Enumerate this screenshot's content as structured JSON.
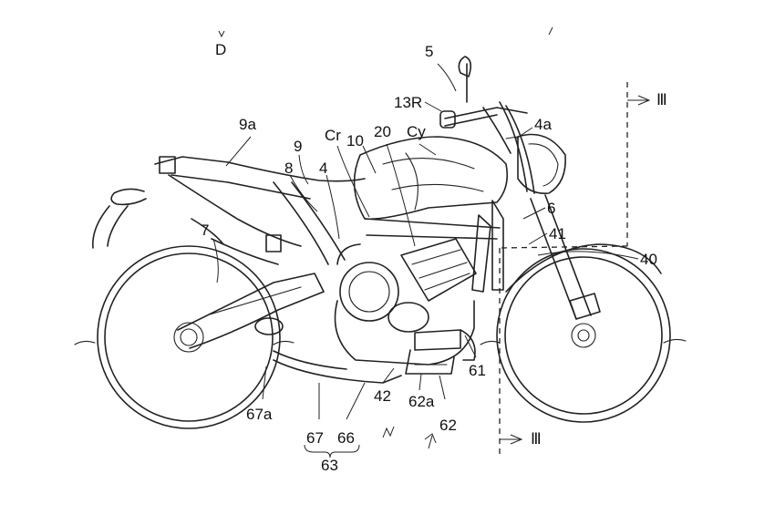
{
  "direction_label": "D",
  "section_marks": {
    "top": "Ⅲ",
    "bottom": "Ⅲ"
  },
  "labels": {
    "n5": "5",
    "n13R": "13R",
    "n4a": "4a",
    "n9a": "9a",
    "n9": "9",
    "nCr": "Cr",
    "n10": "10",
    "n20": "20",
    "nCy": "Cy",
    "n8": "8",
    "n4": "4",
    "n6": "6",
    "n41": "41",
    "n40": "40",
    "n7": "7",
    "n61": "61",
    "n42": "42",
    "n62a": "62a",
    "n62": "62",
    "n67a": "67a",
    "n67": "67",
    "n66": "66",
    "n63": "63"
  }
}
